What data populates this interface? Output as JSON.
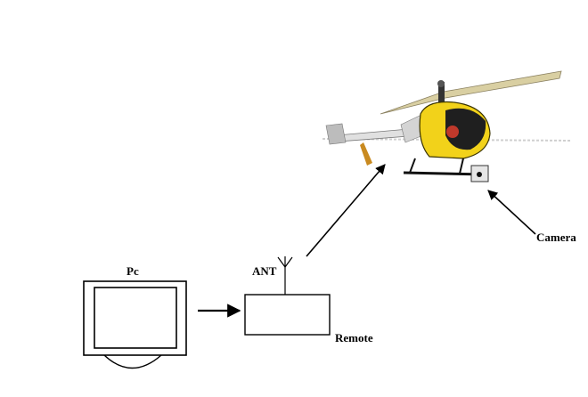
{
  "labels": {
    "pc": "Pc",
    "ant": "ANT",
    "remote": "Remote",
    "camera": "Camera"
  },
  "colors": {
    "helicopter_body": "#f2d21a",
    "rotor": "#d9cfa2",
    "line": "#000000"
  },
  "icons": {
    "pc": "monitor-icon",
    "antenna": "antenna-icon",
    "helicopter": "helicopter-icon",
    "camera": "camera-icon"
  }
}
